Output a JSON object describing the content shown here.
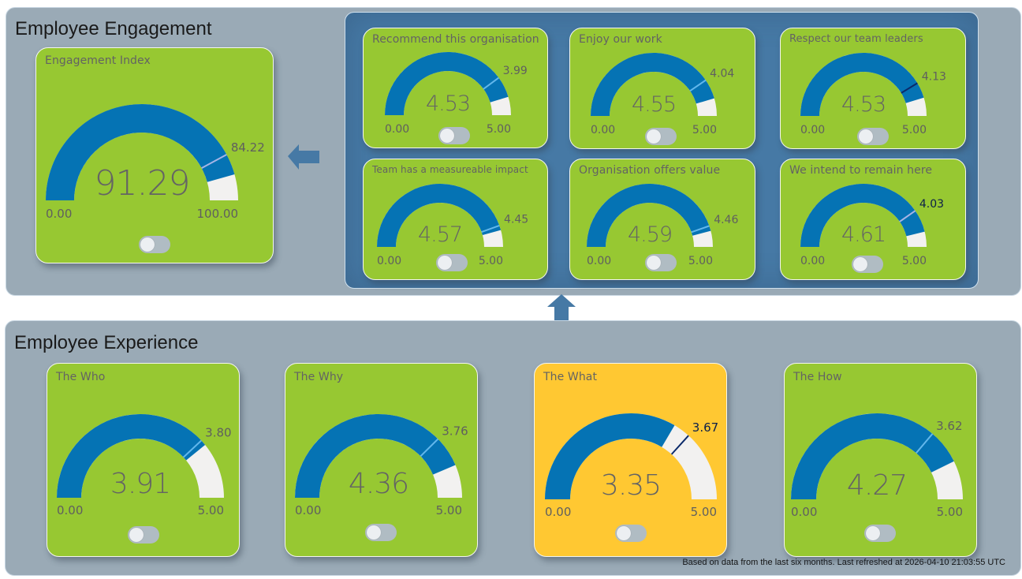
{
  "colors": {
    "card_green": "#97c832",
    "card_amber": "#ffc832",
    "gauge_fill": "#0573b4",
    "gauge_track": "#f2f1f0",
    "target_light": "#62b7ec",
    "target_lavender": "#a6b4e6",
    "target_navy": "#0b2a6a",
    "section_bg": "#9aaab6",
    "subpanel_bg": "#4679a5",
    "arrow": "#4679a5"
  },
  "engagement": {
    "title": "Employee Engagement",
    "index_card": {
      "title": "Engagement Index",
      "value": 91.29,
      "value_label": "91.29",
      "target": 84.22,
      "target_label": "84.22",
      "min_label": "0.00",
      "max_label": "100.00",
      "max": 100,
      "color": "green",
      "target_color": "lavender"
    },
    "drivers": [
      {
        "title": "Recommend this organisation",
        "value": 4.53,
        "value_label": "4.53",
        "target": 3.99,
        "target_label": "3.99",
        "min_label": "0.00",
        "max_label": "5.00",
        "max": 5,
        "color": "green",
        "target_color": "light"
      },
      {
        "title": "Enjoy our work",
        "value": 4.55,
        "value_label": "4.55",
        "target": 4.04,
        "target_label": "4.04",
        "min_label": "0.00",
        "max_label": "5.00",
        "max": 5,
        "color": "green",
        "target_color": "light"
      },
      {
        "title": "Respect our team leaders",
        "value": 4.53,
        "value_label": "4.53",
        "target": 4.13,
        "target_label": "4.13",
        "min_label": "0.00",
        "max_label": "5.00",
        "max": 5,
        "color": "green",
        "target_color": "navy"
      },
      {
        "title": "Team has a measureable impact",
        "value": 4.57,
        "value_label": "4.57",
        "target": 4.45,
        "target_label": "4.45",
        "min_label": "0.00",
        "max_label": "5.00",
        "max": 5,
        "color": "green",
        "target_color": "light"
      },
      {
        "title": "Organisation offers value",
        "value": 4.59,
        "value_label": "4.59",
        "target": 4.46,
        "target_label": "4.46",
        "min_label": "0.00",
        "max_label": "5.00",
        "max": 5,
        "color": "green",
        "target_color": "light"
      },
      {
        "title": "We intend to remain here",
        "value": 4.61,
        "value_label": "4.61",
        "target": 4.03,
        "target_label": "4.03",
        "min_label": "0.00",
        "max_label": "5.00",
        "max": 5,
        "color": "green",
        "target_color": "lavender",
        "target_label_dark": true
      }
    ]
  },
  "experience": {
    "title": "Employee Experience",
    "cards": [
      {
        "title": "The Who",
        "value": 3.91,
        "value_label": "3.91",
        "target": 3.8,
        "target_label": "3.80",
        "min_label": "0.00",
        "max_label": "5.00",
        "max": 5,
        "color": "green",
        "target_color": "light"
      },
      {
        "title": "The Why",
        "value": 4.36,
        "value_label": "4.36",
        "target": 3.76,
        "target_label": "3.76",
        "min_label": "0.00",
        "max_label": "5.00",
        "max": 5,
        "color": "green",
        "target_color": "light"
      },
      {
        "title": "The What",
        "value": 3.35,
        "value_label": "3.35",
        "target": 3.67,
        "target_label": "3.67",
        "min_label": "0.00",
        "max_label": "5.00",
        "max": 5,
        "color": "amber",
        "target_color": "navy",
        "target_label_dark": true
      },
      {
        "title": "The How",
        "value": 4.27,
        "value_label": "4.27",
        "target": 3.62,
        "target_label": "3.62",
        "min_label": "0.00",
        "max_label": "5.00",
        "max": 5,
        "color": "green",
        "target_color": "light"
      }
    ]
  },
  "icons": {
    "left_arrow": "arrow-left-icon",
    "up_arrow": "arrow-up-icon"
  },
  "footer": {
    "note": "Based on data from the last six months. Last refreshed at 2026-04-10 21:03:55 UTC"
  }
}
